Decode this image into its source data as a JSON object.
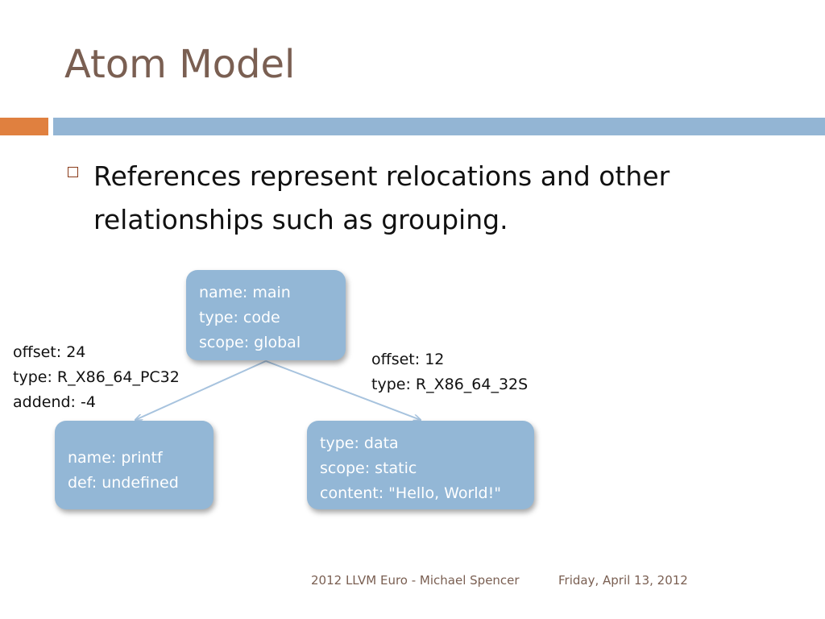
{
  "slide": {
    "title": "Atom Model",
    "bullets": [
      "References represent relocations and other relationships such as grouping."
    ]
  },
  "diagram": {
    "nodes": {
      "main": [
        "name: main",
        "type: code",
        "scope: global"
      ],
      "printf": [
        "name: printf",
        "def: undefined"
      ],
      "data": [
        "type: data",
        "scope: static",
        "content: \"Hello, World!\""
      ]
    },
    "edges": {
      "to_printf": [
        "offset: 24",
        "type: R_X86_64_PC32",
        "addend: -4"
      ],
      "to_data": [
        "offset: 12",
        "type: R_X86_64_32S"
      ]
    }
  },
  "footer": {
    "left": "2012 LLVM Euro - Michael Spencer",
    "right": "Friday, April 13, 2012"
  },
  "colors": {
    "title": "#7a5f52",
    "accent_orange": "#e0803f",
    "accent_blue": "#93b5d4",
    "node_fill": "#93b7d6",
    "edge": "#a7c3de"
  }
}
